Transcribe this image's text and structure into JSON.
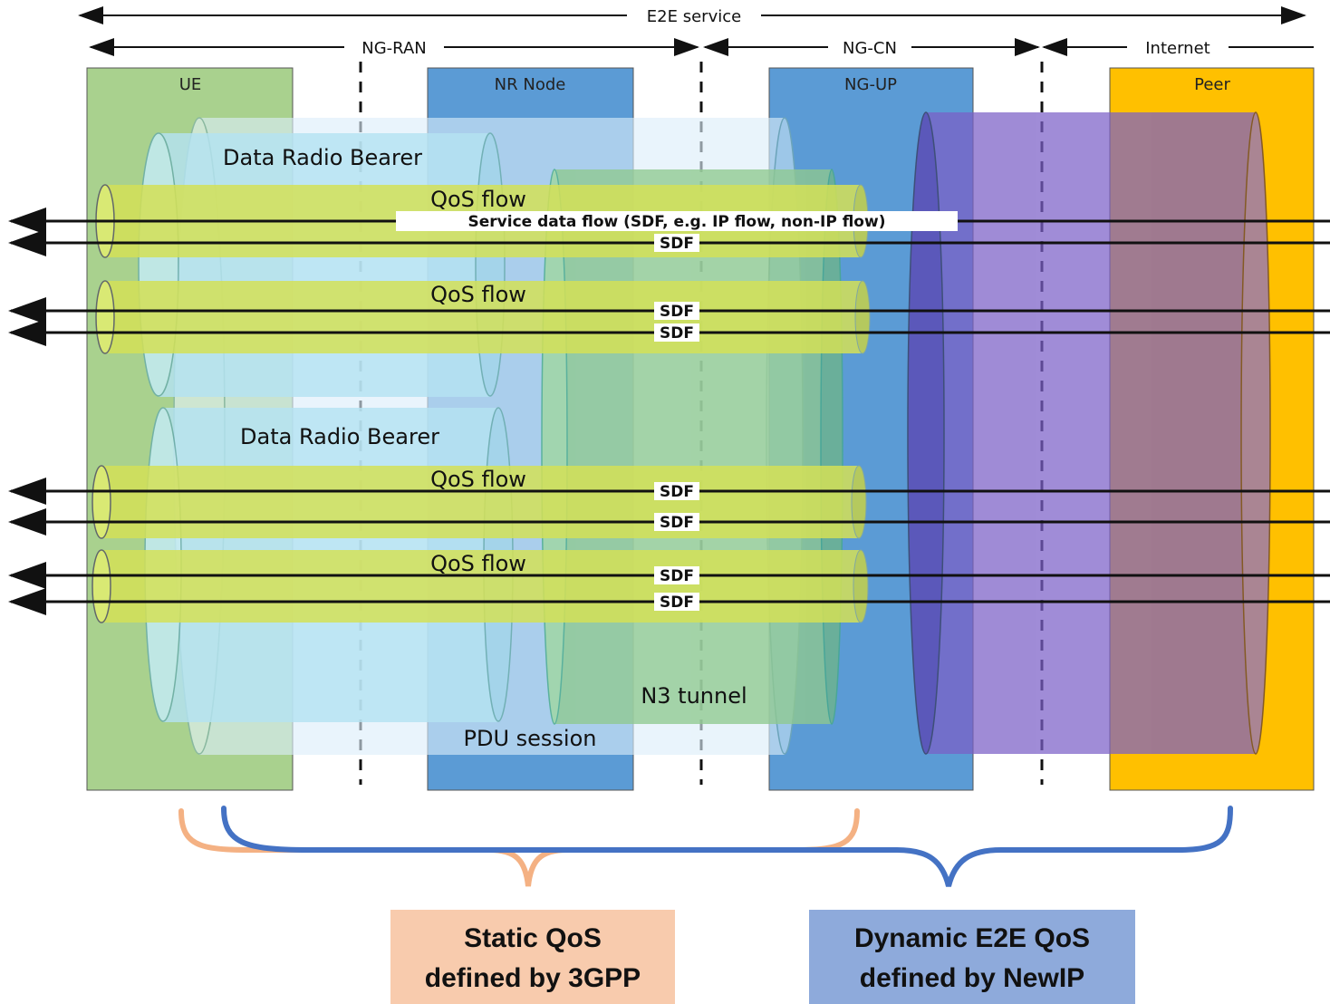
{
  "domains": {
    "e2e": "E2E service",
    "ngran": "NG-RAN",
    "ngcn": "NG-CN",
    "internet": "Internet"
  },
  "columns": {
    "ue": "UE",
    "nr_node": "NR Node",
    "ng_up": "NG-UP",
    "peer": "Peer"
  },
  "bearers": {
    "drb1": "Data Radio Bearer",
    "drb2": "Data Radio Bearer"
  },
  "qos_flows": [
    "QoS flow",
    "QoS flow",
    "QoS flow",
    "QoS flow"
  ],
  "sdf_labels": {
    "first": "Service data flow (SDF, e.g. IP flow, non-IP flow)",
    "s2": "SDF",
    "s3": "SDF",
    "s4": "SDF",
    "s5": "SDF",
    "s6": "SDF",
    "s7": "SDF",
    "s8": "SDF"
  },
  "tunnels": {
    "n3": "N3 tunnel",
    "pdu": "PDU session"
  },
  "captions": {
    "static_line1": "Static QoS",
    "static_line2": "defined by 3GPP",
    "dynamic_line1": "Dynamic E2E QoS",
    "dynamic_line2": "defined by NewIP"
  },
  "colors": {
    "ue": "#a9d18e",
    "nr_node": "#5b9bd5",
    "ng_up": "#5b9bd5",
    "peer": "#ffc000",
    "qos_flow": "#d4e157",
    "drb": "#b4e3f2",
    "n3": "#8fc98f",
    "newip_tube": "#7b5fc7",
    "static_box": "#f8cbad",
    "dynamic_box": "#8eaadb",
    "static_brace": "#f4b183",
    "dynamic_brace": "#4472c4"
  }
}
